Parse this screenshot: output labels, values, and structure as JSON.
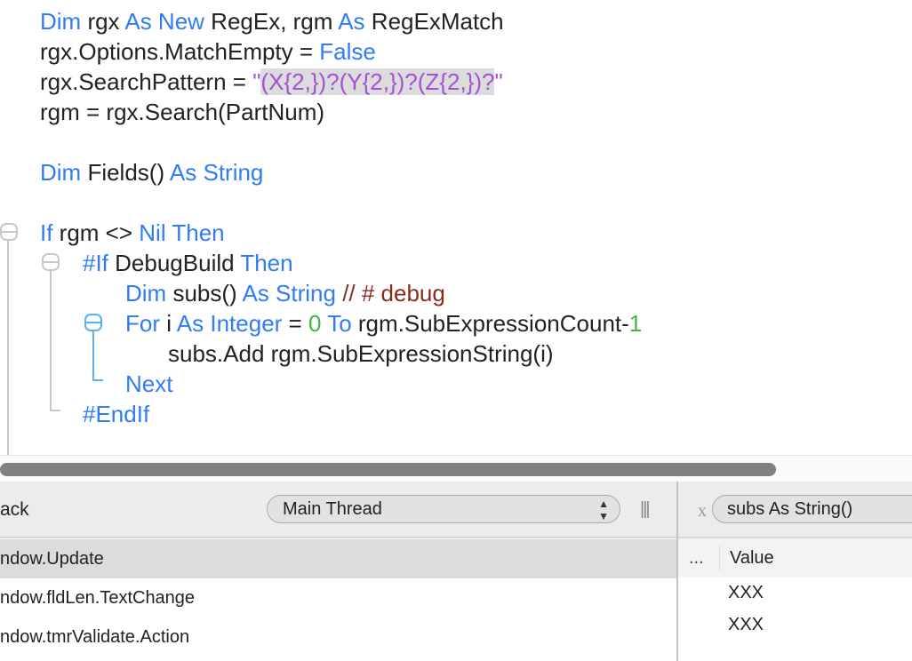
{
  "colors": {
    "keyword": "#2f7cf6",
    "text": "#222222",
    "string": "#a54fd8",
    "comment": "#8b2a1e",
    "number": "#3db83d"
  },
  "code": [
    [
      [
        "Dim",
        "kw"
      ],
      [
        " rgx ",
        "tx"
      ],
      [
        "As New",
        "kw"
      ],
      [
        " RegEx, rgm ",
        "tx"
      ],
      [
        "As",
        "kw"
      ],
      [
        " RegExMatch",
        "tx"
      ]
    ],
    [
      [
        "rgx.Options.MatchEmpty = ",
        "tx"
      ],
      [
        "False",
        "kw"
      ]
    ],
    [
      [
        "rgx.SearchPattern = ",
        "tx"
      ],
      [
        "\"",
        "str0"
      ],
      [
        "(X{2,})?(Y{2,})?(Z{2,})?",
        "str"
      ],
      [
        "\"",
        "str0"
      ]
    ],
    [
      [
        "rgm = rgx.Search(PartNum)",
        "tx"
      ]
    ],
    [],
    [
      [
        "Dim",
        "kw"
      ],
      [
        " Fields() ",
        "tx"
      ],
      [
        "As String",
        "kw"
      ]
    ],
    [],
    [
      [
        "If",
        "kw"
      ],
      [
        " rgm <> ",
        "tx"
      ],
      [
        "Nil Then",
        "kw"
      ]
    ],
    [
      [
        "#If",
        "kw"
      ],
      [
        " DebugBuild ",
        "tx"
      ],
      [
        "Then",
        "kw"
      ]
    ],
    [
      [
        "Dim",
        "kw"
      ],
      [
        " subs() ",
        "tx"
      ],
      [
        "As String",
        "kw"
      ],
      [
        " // # debug",
        "cm"
      ]
    ],
    [
      [
        "For",
        "kw"
      ],
      [
        " i ",
        "tx"
      ],
      [
        "As Integer",
        "kw"
      ],
      [
        " = ",
        "tx"
      ],
      [
        "0",
        "num"
      ],
      [
        " ",
        "tx"
      ],
      [
        "To",
        "kw"
      ],
      [
        " rgm.SubExpressionCount-",
        "tx"
      ],
      [
        "1",
        "num"
      ]
    ],
    [
      [
        "subs.Add rgm.SubExpressionString(i)",
        "tx"
      ]
    ],
    [
      [
        "Next",
        "kw"
      ]
    ],
    [
      [
        "#EndIf",
        "kw"
      ]
    ]
  ],
  "indent": [
    0,
    0,
    0,
    0,
    0,
    0,
    0,
    0,
    1,
    2,
    2,
    3,
    2,
    1
  ],
  "stack": {
    "title": "ack",
    "thread": "Main Thread",
    "rows": [
      "ndow.Update",
      "ndow.fldLen.TextChange",
      "ndow.tmrValidate.Action"
    ]
  },
  "vars": {
    "x_label": "x",
    "selector": "subs As String()",
    "dots": "...",
    "value_header": "Value",
    "values": [
      "XXX",
      "XXX"
    ]
  }
}
